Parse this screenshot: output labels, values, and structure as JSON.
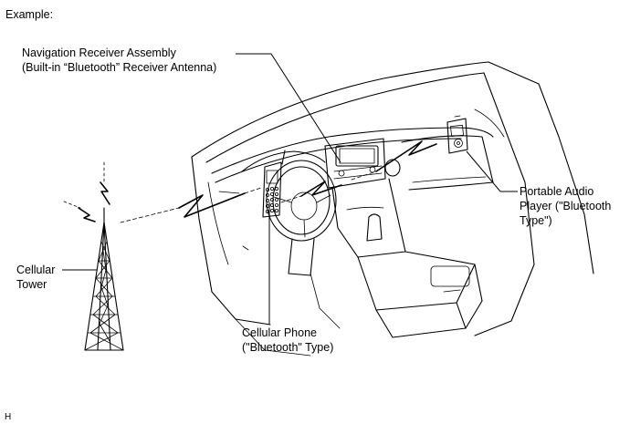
{
  "header": {
    "example_label": "Example:"
  },
  "labels": {
    "nav_receiver_line1": "Navigation Receiver Assembly",
    "nav_receiver_line2": "(Built-in “Bluetooth” Receiver Antenna)",
    "audio_player_line1": "Portable Audio",
    "audio_player_line2": "Player (\"Bluetooth",
    "audio_player_line3": "Type\")",
    "cellular_tower_line1": "Cellular",
    "cellular_tower_line2": "Tower",
    "cellular_phone_line1": "Cellular Phone",
    "cellular_phone_line2": "(\"Bluetooth\" Type)"
  },
  "footer": {
    "code": "H"
  }
}
